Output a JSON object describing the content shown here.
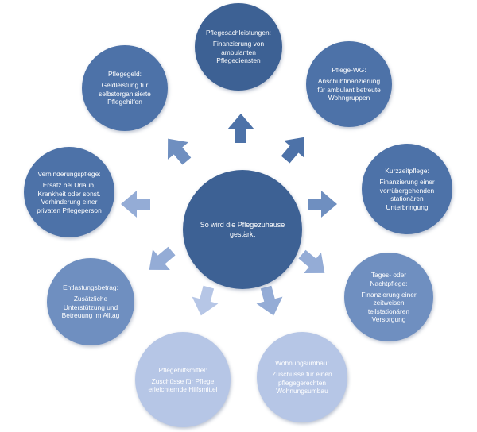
{
  "colors": {
    "dark": "#3d6194",
    "mid": "#4d72a8",
    "midlight": "#6f8fc0",
    "light": "#94acd6",
    "lighter": "#b6c6e6"
  },
  "center": {
    "title": "So wird die Pflegezuhause gestärkt"
  },
  "nodes": [
    {
      "id": "top",
      "title": "Pflegesachleistungen:",
      "desc": "Finanzierung von ambulanten Pflegediensten"
    },
    {
      "id": "topright",
      "title": "Pflege-WG:",
      "desc": "Anschubfinanzierung für ambulant betreute Wohngruppen"
    },
    {
      "id": "right",
      "title": "Kurzzeitpflege:",
      "desc": "Finanzierung einer vorrübergehenden stationären Unterbringung"
    },
    {
      "id": "bottomright",
      "title": "Tages- oder Nachtpflege:",
      "desc": "Finanzierung einer zeitweisen teilstationären Versorgung"
    },
    {
      "id": "bottom2",
      "title": "Wohnungsumbau:",
      "desc": "Zuschüsse für einen pflegegerechten Wohnungsumbau"
    },
    {
      "id": "bottom1",
      "title": "Pflegehilfsmittel:",
      "desc": "Zuschüsse für Pflege erleichternde Hilfsmittel"
    },
    {
      "id": "bottomleft",
      "title": "Entlastungsbetrag:",
      "desc": "Zusätzliche Unterstützung und Betreuung im Alltag"
    },
    {
      "id": "left",
      "title": "Verhinderungspflege:",
      "desc": "Ersatz bei Urlaub, Krankheit oder sonst. Verhinderung einer privaten Pflegeperson"
    },
    {
      "id": "topleft",
      "title": "Pflegegeld:",
      "desc": "Geldleistung für selbstorganisierte Pflegehilfen"
    }
  ]
}
